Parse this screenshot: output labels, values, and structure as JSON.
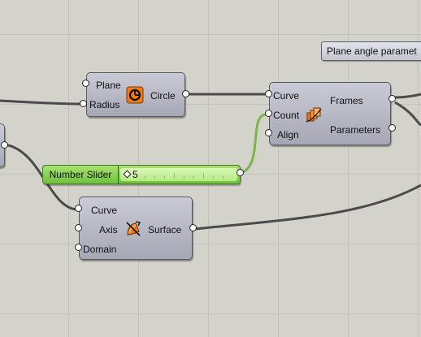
{
  "panel": {
    "text": "Plane angle paramet"
  },
  "circle": {
    "inputs": [
      "Plane",
      "Radius"
    ],
    "output": "Circle",
    "icon": "circle-icon"
  },
  "perp_frames": {
    "inputs": [
      "Curve",
      "Count",
      "Align"
    ],
    "outputs": [
      "Frames",
      "Parameters"
    ],
    "icon": "perp-frames-icon"
  },
  "slider": {
    "name": "Number Slider",
    "value": "5"
  },
  "revolution": {
    "inputs": [
      "Curve",
      "Axis",
      "Domain"
    ],
    "output": "Surface",
    "icon": "revolution-icon"
  },
  "colors": {
    "canvas": "#d4d3cb",
    "component": "#b4b5c1",
    "wire": "#4a4a4a",
    "slider_green": "#7fcf48",
    "icon_orange": "#f07a1a"
  }
}
